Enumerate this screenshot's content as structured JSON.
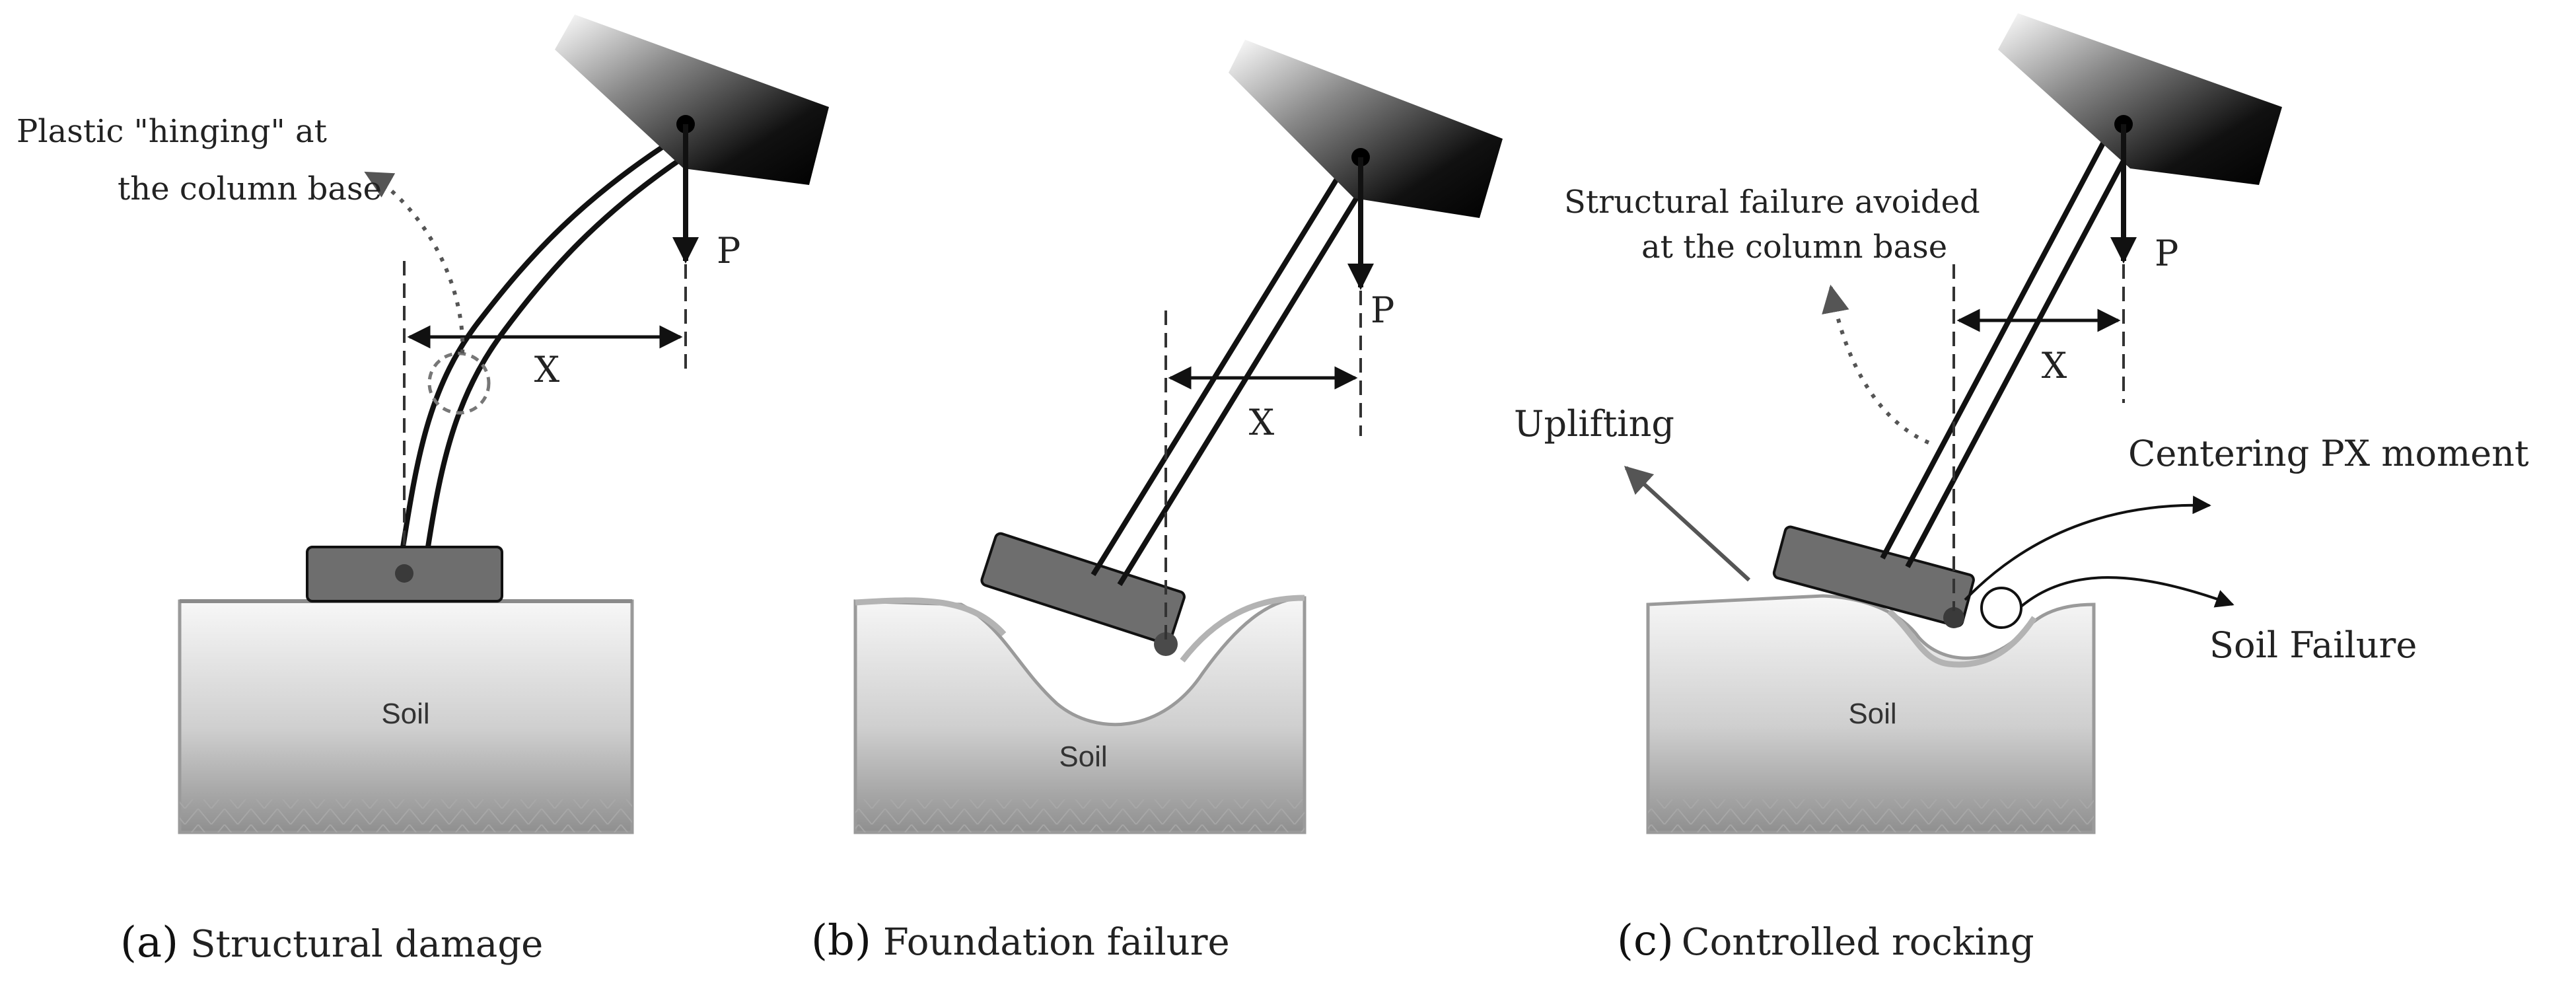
{
  "panels": [
    {
      "id": "a",
      "caption_letter": "(a)",
      "caption_text": "Structural damage",
      "annotation_line1": "Plastic \"hinging\" at",
      "annotation_line2": "the column base",
      "load_label": "P",
      "arm_label": "X",
      "soil_label": "Soil"
    },
    {
      "id": "b",
      "caption_letter": "(b)",
      "caption_text": "Foundation failure",
      "load_label": "P",
      "arm_label": "X",
      "soil_label": "Soil"
    },
    {
      "id": "c",
      "caption_letter": "(c)",
      "caption_text": "Controlled rocking",
      "annotation_line1": "Structural failure avoided",
      "annotation_line2": "at the column base",
      "load_label": "P",
      "arm_label": "X",
      "soil_label": "Soil",
      "uplift_label": "Uplifting",
      "centering_label": "Centering PX moment",
      "soil_failure_label": "Soil Failure"
    }
  ],
  "colors": {
    "ink": "#111111",
    "footing": "#6e6e6e",
    "dim_line": "#222222",
    "dotted_arrow": "#555555"
  }
}
